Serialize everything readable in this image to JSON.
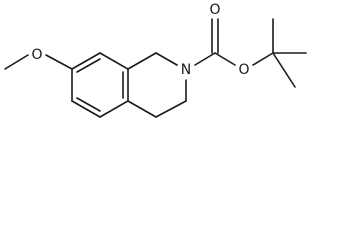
{
  "molecule": {
    "atoms": {
      "methoxy_o": "O",
      "ring_n": "N",
      "ester_o": "O",
      "carbonyl_o": "O"
    }
  }
}
